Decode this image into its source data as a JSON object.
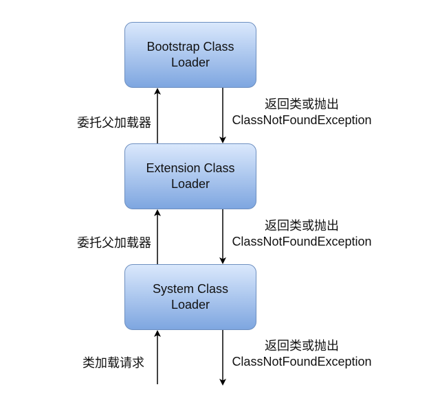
{
  "nodes": {
    "bootstrap": {
      "line1": "Bootstrap Class",
      "line2": "Loader"
    },
    "extension": {
      "line1": "Extension Class",
      "line2": "Loader"
    },
    "system": {
      "line1": "System Class Loader"
    }
  },
  "edges": {
    "delegate_upper": "委托父加载器",
    "delegate_lower": "委托父加载器",
    "load_request": "类加载请求",
    "return_upper": {
      "line1": "返回类或抛出",
      "line2": "ClassNotFoundException"
    },
    "return_middle": {
      "line1": "返回类或抛出",
      "line2": "ClassNotFoundException"
    },
    "return_lower": {
      "line1": "返回类或抛出",
      "line2": "ClassNotFoundException"
    }
  },
  "colors": {
    "box_fill_top": "#dae8fc",
    "box_fill_bottom": "#7ea6e0",
    "box_border": "#6c8ebf",
    "arrow": "#000000"
  }
}
